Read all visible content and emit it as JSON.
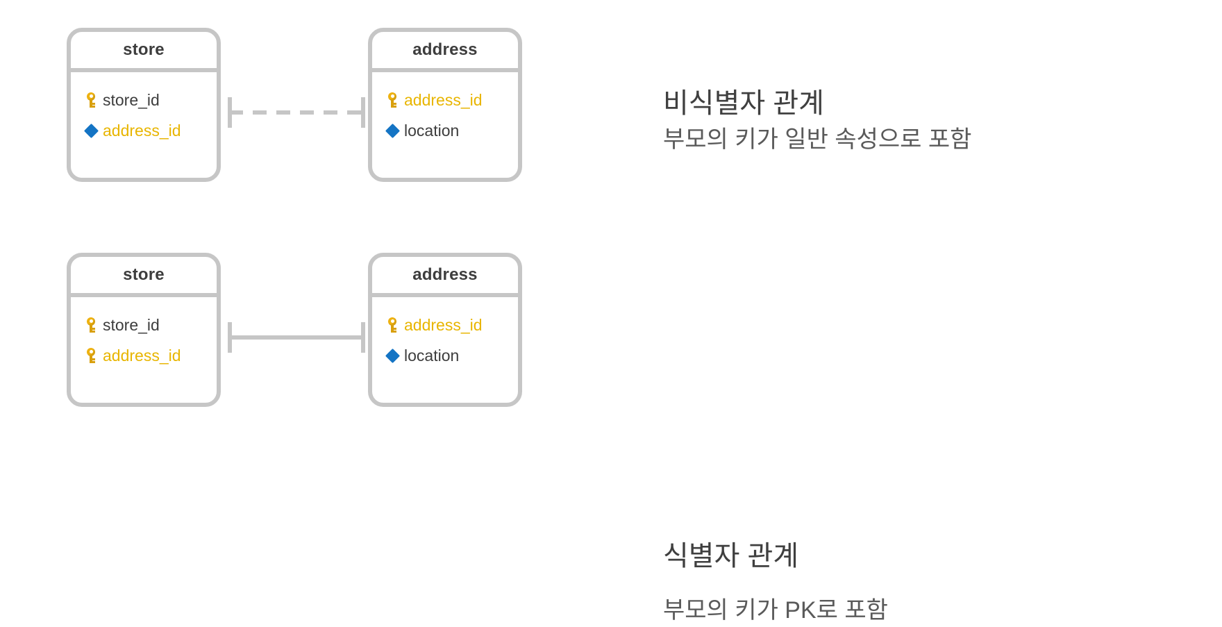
{
  "diagrams": [
    {
      "id": "non-identifying",
      "relationship_style": "dashed",
      "left_entity": {
        "name": "store",
        "attributes": [
          {
            "label": "store_id",
            "icon": "key-icon",
            "role": "pk"
          },
          {
            "label": "address_id",
            "icon": "diamond-icon",
            "role": "fk"
          }
        ]
      },
      "right_entity": {
        "name": "address",
        "attributes": [
          {
            "label": "address_id",
            "icon": "key-icon",
            "role": "pk"
          },
          {
            "label": "location",
            "icon": "diamond-icon",
            "role": "plain"
          }
        ]
      },
      "caption": {
        "title": "비식별자 관계",
        "subtitle": "부모의 키가 일반 속성으로 포함"
      }
    },
    {
      "id": "identifying",
      "relationship_style": "solid",
      "left_entity": {
        "name": "store",
        "attributes": [
          {
            "label": "store_id",
            "icon": "key-icon",
            "role": "pk"
          },
          {
            "label": "address_id",
            "icon": "key-icon",
            "role": "pk-fk"
          }
        ]
      },
      "right_entity": {
        "name": "address",
        "attributes": [
          {
            "label": "address_id",
            "icon": "key-icon",
            "role": "pk"
          },
          {
            "label": "location",
            "icon": "diamond-icon",
            "role": "plain"
          }
        ]
      },
      "caption": {
        "title": "식별자 관계",
        "subtitle": "부모의 키가 PK로 포함"
      }
    }
  ],
  "colors": {
    "border": "#c6c6c6",
    "key_gold": "#eeb211",
    "attr_yellow": "#e8b500",
    "diamond_blue": "#1474c4",
    "text_dark": "#3d3d3d",
    "caption_text": "#3f3f3f",
    "background": "#ffffff"
  }
}
